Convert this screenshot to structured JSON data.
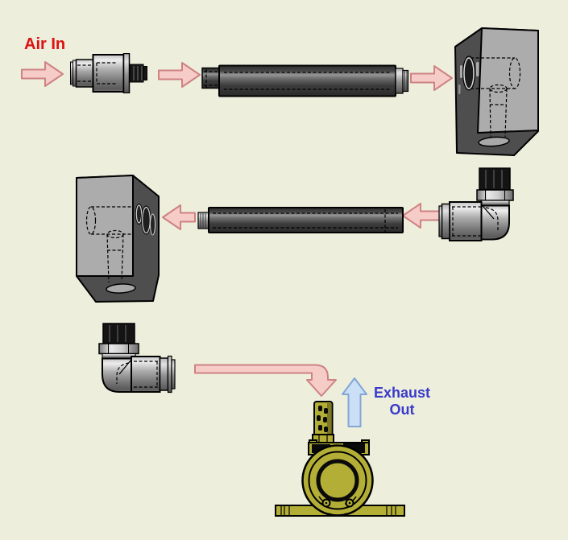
{
  "labels": {
    "air_in": "Air In",
    "exhaust_line1": "Exhaust",
    "exhaust_line2": "Out"
  },
  "colors": {
    "canvas_bg": "#EDEEDC",
    "label_red": "#DD1111",
    "label_blue": "#3A3ACC",
    "arrow_pink_fill": "#F6CCC9",
    "arrow_pink_stroke": "#CE8282",
    "arrow_blue_fill": "#CBDFF7",
    "arrow_blue_stroke": "#84A6D6",
    "motor_olive": "#B3AE35",
    "block_light": "#ACACAC",
    "block_dark": "#4E4E4E"
  },
  "components": {
    "straight_fitting": "push-to-connect straight fitting",
    "tube_top": "rigid connecting tube",
    "manifold_block_right": "manifold block (air inlet side)",
    "manifold_block_left": "manifold block (outlet side)",
    "tube_middle": "rigid connecting tube",
    "elbow_fitting_right": "push-to-connect elbow fitting",
    "elbow_fitting_left": "push-to-connect elbow fitting",
    "air_motor": "air motor with exhaust muffler"
  }
}
